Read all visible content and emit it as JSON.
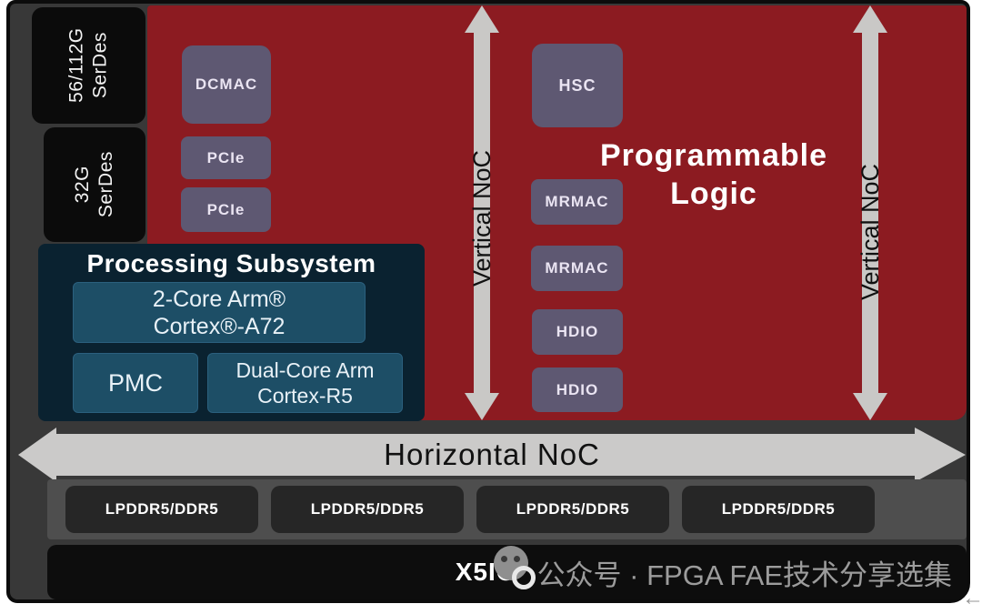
{
  "colors": {
    "programmable_logic_red": "#8C1B21",
    "hard_block_purple": "#5E5872",
    "noc_arrow_gray": "#CBCAC9",
    "processing_subsystem_navy": "#0A2230",
    "processing_box_teal": "#1D4E66",
    "chip_background": "#383838",
    "memory_band_gray": "#4E4E4E"
  },
  "serdes": [
    {
      "line1": "56/112G",
      "line2": "SerDes"
    },
    {
      "line1": "32G",
      "line2": "SerDes"
    }
  ],
  "hard_blocks": {
    "left": [
      "DCMAC",
      "PCIe",
      "PCIe"
    ],
    "right": [
      "HSC",
      "MRMAC",
      "MRMAC",
      "HDIO",
      "HDIO"
    ]
  },
  "programmable_logic": {
    "line1": "Programmable",
    "line2": "Logic"
  },
  "noc": {
    "vertical_left": "Vertical NoC",
    "vertical_right": "Vertical NoC",
    "horizontal": "Horizontal NoC"
  },
  "processing_subsystem": {
    "title": "Processing Subsystem",
    "a72_line1": "2-Core Arm®",
    "a72_line2": "Cortex®-A72",
    "pmc": "PMC",
    "r5_line1": "Dual-Core Arm",
    "r5_line2": "Cortex-R5"
  },
  "memory": {
    "banks": [
      "LPDDR5/DDR5",
      "LPDDR5/DDR5",
      "LPDDR5/DDR5",
      "LPDDR5/DDR5"
    ]
  },
  "footer": {
    "brand": "X5IO",
    "watermark": "公众号 · FPGA FAE技术分享选集",
    "back_arrow": "←"
  }
}
